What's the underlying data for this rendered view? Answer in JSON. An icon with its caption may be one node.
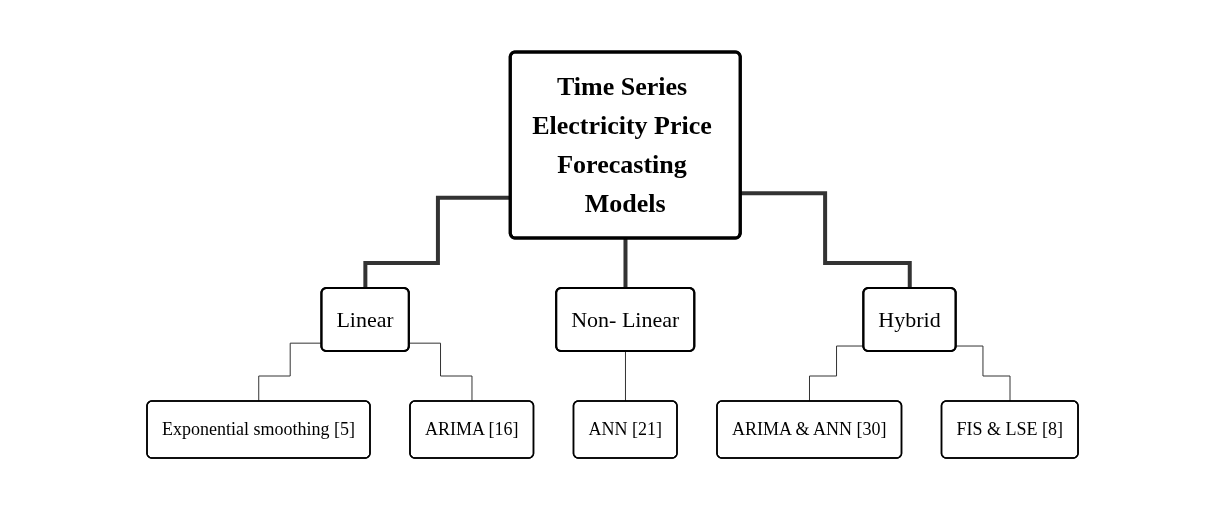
{
  "diagram": {
    "nodes": [
      {
        "text": [
          "Time Series Electricity Price Forecasting Models"
        ]
      },
      {
        "text": [
          "Linear"
        ]
      },
      {
        "text": [
          "Non- Linear"
        ]
      },
      {
        "text": [
          "Hybrid"
        ]
      },
      {
        "text": [
          "Exponential smoothing [5]"
        ]
      },
      {
        "text": [
          "ARIMA [16]"
        ]
      },
      {
        "text": [
          "ANN [21]"
        ]
      },
      {
        "text": [
          "ARIMA & ANN [30]"
        ]
      },
      {
        "text": [
          "FIS & LSE [8]"
        ]
      }
    ],
    "edges": [
      {
        "from": 0,
        "to": 1,
        "arrow": "none",
        "style": "thick"
      },
      {
        "from": 0,
        "to": 2,
        "arrow": "none",
        "style": "thick"
      },
      {
        "from": 0,
        "to": 3,
        "arrow": "none",
        "style": "thick"
      },
      {
        "from": 1,
        "to": 4,
        "arrow": "none"
      },
      {
        "from": 1,
        "to": 5,
        "arrow": "none"
      },
      {
        "from": 2,
        "to": 6,
        "arrow": "none"
      },
      {
        "from": 3,
        "to": 7,
        "arrow": "none"
      },
      {
        "from": 3,
        "to": 8,
        "arrow": "none"
      }
    ]
  }
}
